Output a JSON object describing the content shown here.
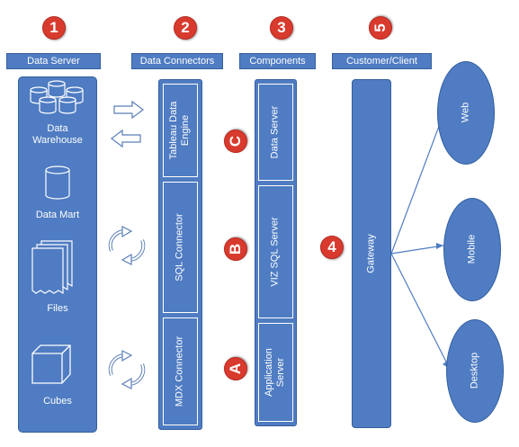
{
  "headers": {
    "data_server": "Data Server",
    "data_connectors": "Data Connectors",
    "components": "Components",
    "customer_client": "Customer/Client"
  },
  "badges": {
    "b1": "1",
    "b2": "2",
    "b3": "3",
    "b4": "4",
    "b5": "5",
    "bA": "A",
    "bB": "B",
    "bC": "C"
  },
  "data_server": {
    "warehouse": "Data Warehouse",
    "mart": "Data Mart",
    "files": "Files",
    "cubes": "Cubes"
  },
  "connectors": {
    "engine_line1": "Tableau Data",
    "engine_line2": "Engine",
    "sql": "SQL Connector",
    "mdx": "MDX Connector"
  },
  "components": {
    "data_server": "Data Server",
    "viz_sql": "VIZ SQL Server",
    "app_line1": "Application",
    "app_line2": "Server"
  },
  "gateway": "Gateway",
  "clients": {
    "web": "Web",
    "mobile": "Mobile",
    "desktop": "Desktop"
  },
  "colors": {
    "box_fill": "#4f7cc2",
    "box_border": "#34609f",
    "badge": "#d93a2e"
  }
}
